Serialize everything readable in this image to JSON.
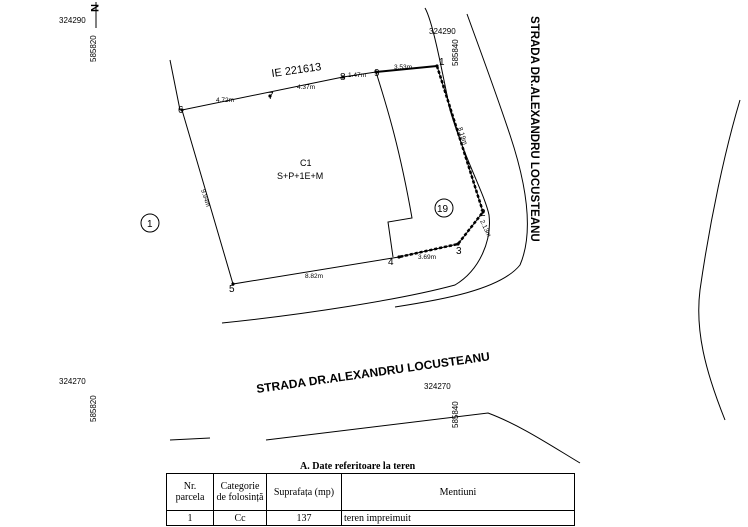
{
  "coords": {
    "tl_n": "324290",
    "tl_e": "585820",
    "tr_n": "324290",
    "tr_e": "585840",
    "bl_n": "324270",
    "bl_e": "585820",
    "br_n": "324270",
    "br_e": "585840"
  },
  "parcel": {
    "cadastral_id": "IE 221613",
    "building_name": "C1",
    "building_levels": "S+P+1E+M",
    "neighbor_left": "1",
    "neighbor_right": "19"
  },
  "points": [
    "1",
    "2",
    "3",
    "4",
    "5",
    "6",
    "7",
    "8",
    "9"
  ],
  "distances": {
    "d_6_7": "4.72m",
    "d_7_8": "4.37m",
    "d_8_9": "1.47m",
    "d_9_1": "3.53m",
    "d_1_2": "8.19m",
    "d_2_3": "2.13m",
    "d_3_4": "3.69m",
    "d_4_5": "8.82m",
    "d_5_6": "9.94m"
  },
  "streets": {
    "right": "STRADA DR.ALEXANDRU LOCUSTEANU",
    "bottom": "STRADA DR.ALEXANDRU LOCUSTEANU"
  },
  "north_symbol": "N",
  "table": {
    "caption": "A. Date referitoare la teren",
    "headers": [
      "Nr. parcela",
      "Categorie de folosință",
      "Suprafața (mp)",
      "Mentiuni"
    ],
    "rows": [
      [
        "1",
        "Cc",
        "137",
        "teren impreimuit"
      ]
    ]
  }
}
